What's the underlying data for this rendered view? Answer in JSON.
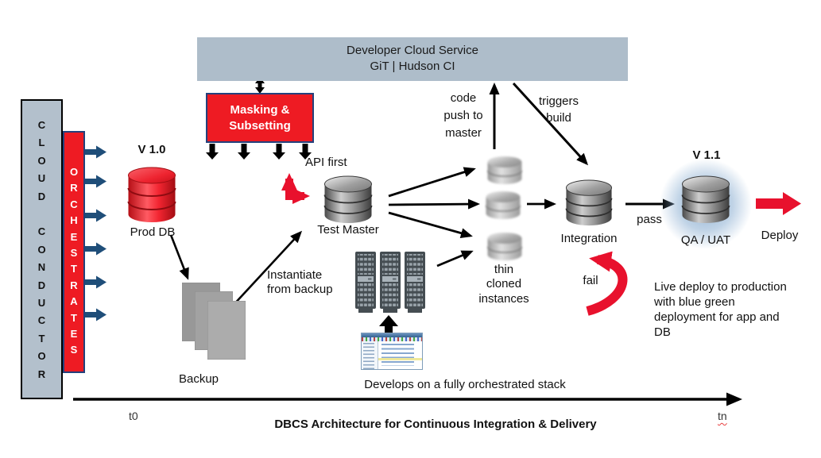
{
  "colors": {
    "banner_bg": "#aebdca",
    "red": "#ee1b23",
    "deploy_red": "#e8112d",
    "dark_blue_arrow": "#1f4e79",
    "box_border_blue": "#24417c",
    "conductor_bg": "#b3c0cc",
    "qa_glow_blue": "#7da3c9"
  },
  "banner": {
    "line1": "Developer Cloud Service",
    "line2": "GiT | Hudson CI"
  },
  "conductor": {
    "label": "C\nL\nO\nU\nD\n\nC\nO\nN\nD\nU\nC\nT\nO\nR"
  },
  "orchestrator": {
    "label": "O\nR\nC\nH\nE\nS\nT\nR\nA\nT\nE\nS"
  },
  "masking_box": {
    "label": "Masking &\nSubsetting"
  },
  "prod_db": {
    "version": "V 1.0",
    "label": "Prod DB"
  },
  "backup": {
    "label": "Backup"
  },
  "instantiate_note": "Instantiate\nfrom backup",
  "api_first": "API first",
  "test_master": {
    "label": "Test Master"
  },
  "thin_clones": {
    "label": "thin\ncloned\ninstances"
  },
  "dev_stack": {
    "label": "Develops on a fully orchestrated stack"
  },
  "code_push": "code\npush to\nmaster",
  "triggers_build": "triggers\nbuild",
  "integration": {
    "label": "Integration"
  },
  "pass_label": "pass",
  "fail_label": "fail",
  "qa_uat": {
    "version": "V 1.1",
    "label": "QA / UAT"
  },
  "deploy_label": "Deploy",
  "live_deploy_note": "Live deploy to production\nwith blue green\ndeployment for app and\nDB",
  "timeline": {
    "start": "t0",
    "end": "tn",
    "caption": "DBCS Architecture for Continuous Integration & Delivery"
  }
}
